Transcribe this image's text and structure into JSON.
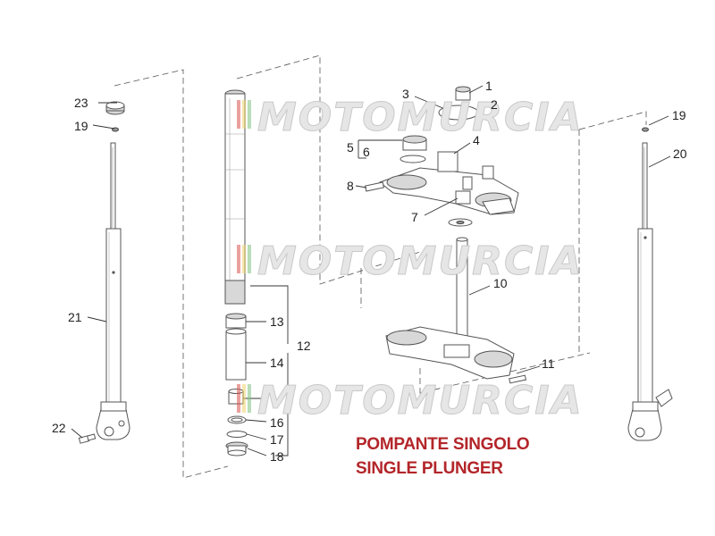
{
  "watermark": {
    "text": "MOTOMURCIA"
  },
  "caption": {
    "line1": "POMPANTE SINGOLO",
    "line2": "SINGLE PLUNGER"
  },
  "colors": {
    "caption": "#b3262a",
    "watermark_stripes": [
      "#d9534f",
      "#f0d36a",
      "#7fbf7f"
    ]
  },
  "labels": {
    "l1": "1",
    "l2": "2",
    "l3": "3",
    "l4": "4",
    "l5": "5",
    "l6": "6",
    "l7": "7",
    "l8": "8",
    "l10": "10",
    "l11": "11",
    "l12": "12",
    "l13": "13",
    "l14": "14",
    "l16": "16",
    "l17": "17",
    "l18": "18",
    "l19a": "19",
    "l19b": "19",
    "l20": "20",
    "l21": "21",
    "l22": "22",
    "l23": "23"
  }
}
